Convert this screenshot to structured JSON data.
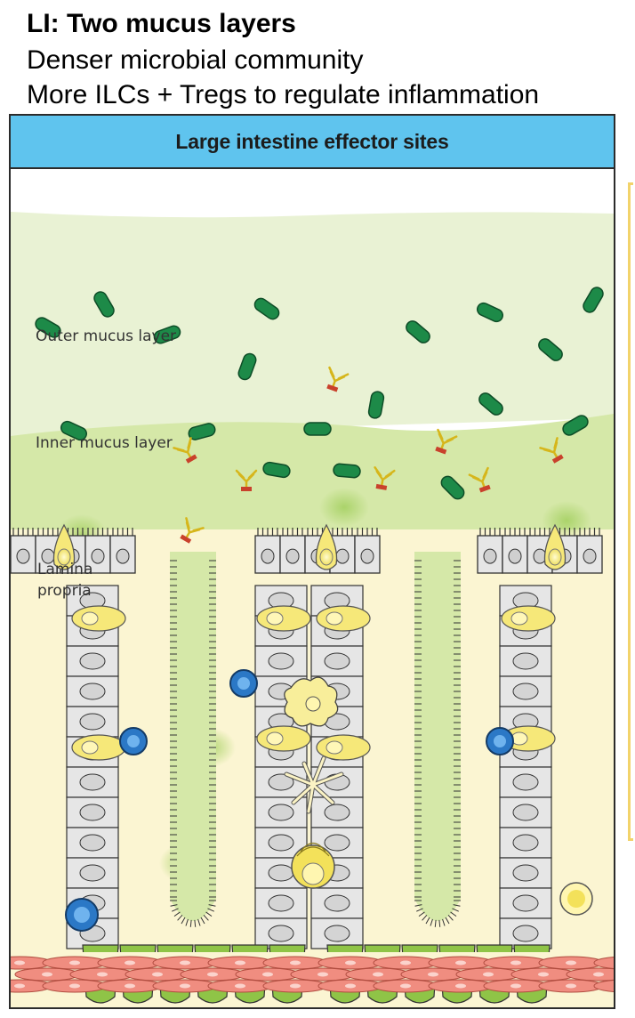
{
  "heading": {
    "line1_bold": "LI:",
    "line1_rest": " Two mucus layers",
    "line2": "Denser microbial community",
    "line3": "More ILCs + Tregs to regulate inflammation"
  },
  "figure": {
    "title": "Large intestine effector sites",
    "labels": {
      "outer_mucus": "Outer mucus layer",
      "inner_mucus": "Inner mucus layer",
      "lamina_line1": "Lamina",
      "lamina_line2": "propria"
    }
  },
  "colors": {
    "banner": "#5fc4ee",
    "outer_mucus": "#e9f2d4",
    "inner_mucus": "#d5e8a8",
    "lamina_propria": "#fbf5d2",
    "bacteria": "#1d8a48",
    "goblet_cell": "#f6e879",
    "stem_cell": "#8fc447",
    "epithelial_cell": "#e6e6e6",
    "lymphocyte": "#2b78c6",
    "muscle": "#f08d80"
  }
}
